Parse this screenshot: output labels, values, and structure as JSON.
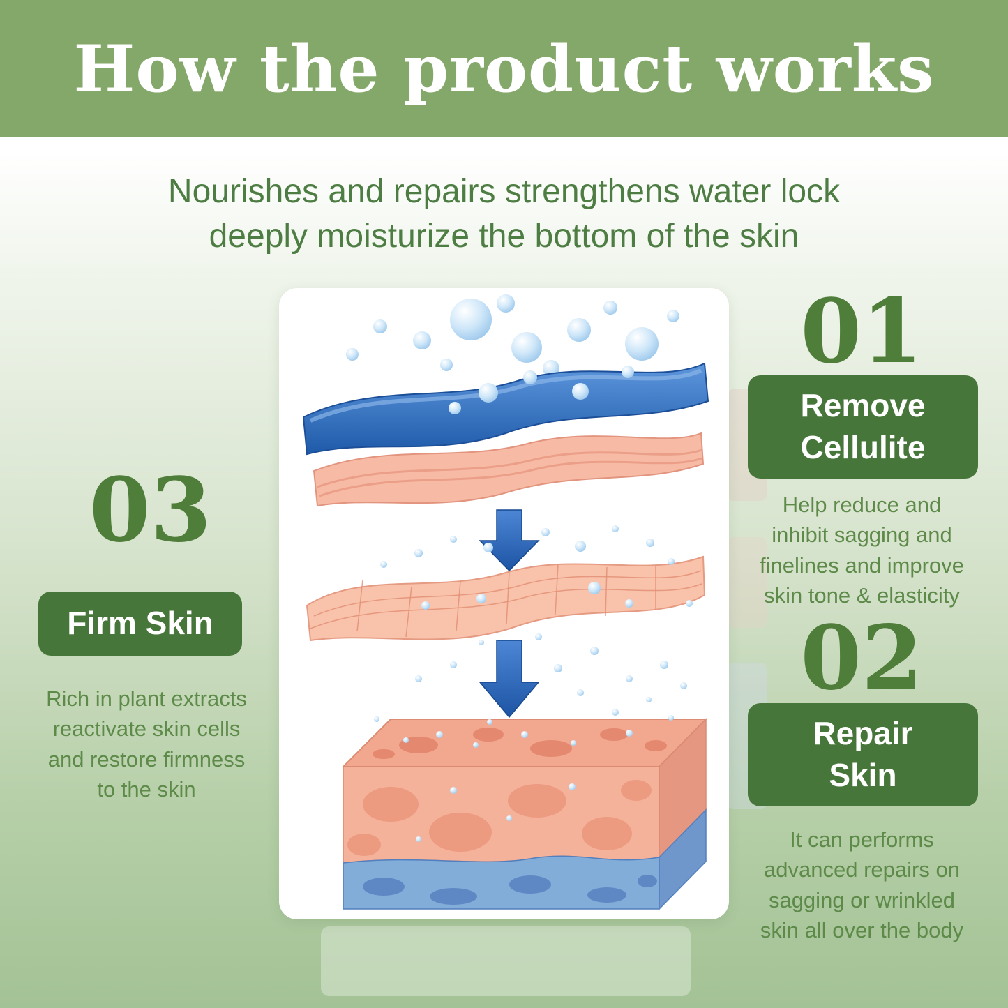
{
  "header": {
    "title": "How the product works"
  },
  "intro": {
    "text": "Nourishes and repairs strengthens water lock\ndeeply moisturize the bottom of the skin"
  },
  "steps": [
    {
      "number": "01",
      "label": "Remove\nCellulite",
      "description": "Help reduce and\ninhibit sagging and\nfinelines and improve\nskin tone & elasticity"
    },
    {
      "number": "02",
      "label": "Repair\nSkin",
      "description": "It can performs\nadvanced repairs on\nsagging or wrinkled\nskin all over the body"
    },
    {
      "number": "03",
      "label": "Firm Skin",
      "description": "Rich in plant extracts\nreactivate skin cells\nand restore firmness\nto the skin"
    }
  ],
  "illustration": {
    "name": "skin-layers-diagram",
    "alt": "Water droplets absorbing through skin layers into deep tissue"
  },
  "colors": {
    "header_bg": "#84a76a",
    "accent_green": "#47763a",
    "text_green": "#4e7d43",
    "paragraph_green": "#5d8a49",
    "number_green": "#4f7d3a",
    "arrow_blue": "#2b62ae"
  }
}
